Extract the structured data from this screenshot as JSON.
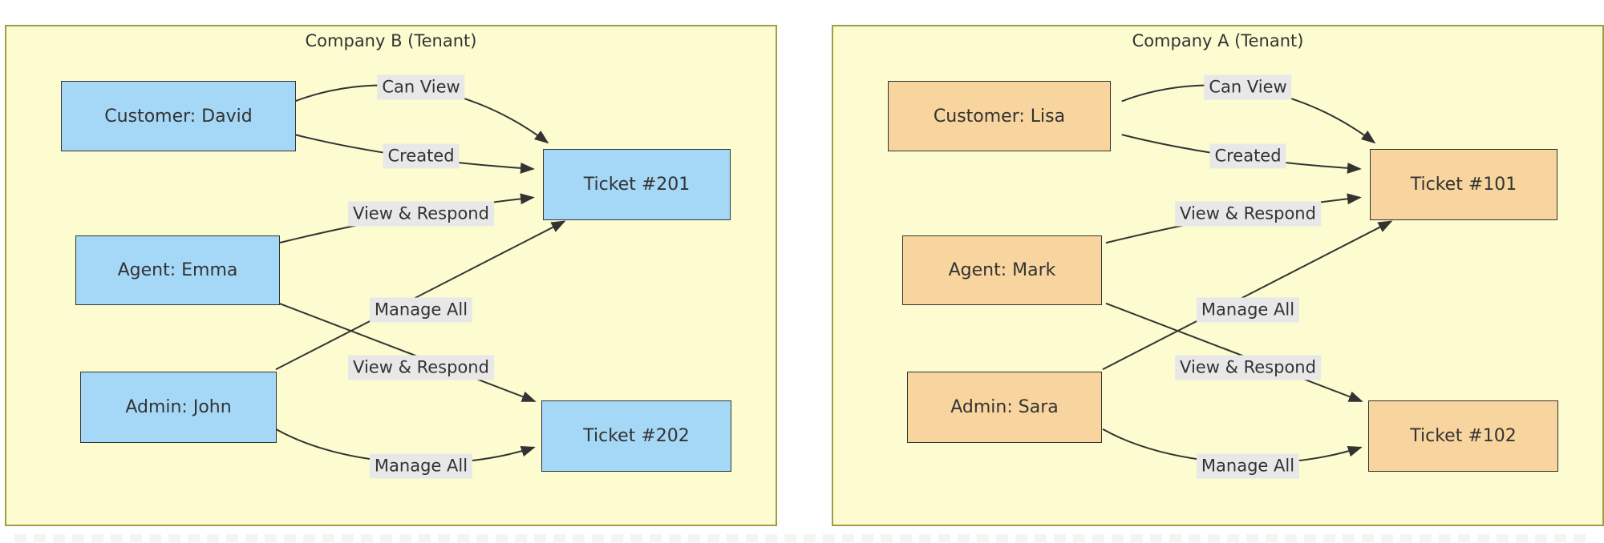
{
  "colors": {
    "page_bg": "#ffffff",
    "panel_bg": "#fcfcd0",
    "panel_border": "#9e9e44",
    "node_fill_left": "#a5d8f7",
    "node_fill_right": "#f8d49e",
    "node_border": "#333333",
    "edge_line": "#333333",
    "edge_label_bg": "#e8e8e8",
    "text": "#333333"
  },
  "diagram": {
    "panels": [
      {
        "id": "company-b",
        "title": "Company B (Tenant)",
        "nodes": {
          "customer": "Customer: David",
          "agent": "Agent: Emma",
          "admin": "Admin: John",
          "ticket_top": "Ticket #201",
          "ticket_bottom": "Ticket #202"
        },
        "edges": [
          {
            "from": "Customer: David",
            "to": "Ticket #201",
            "label": "Can View"
          },
          {
            "from": "Customer: David",
            "to": "Ticket #201",
            "label": "Created"
          },
          {
            "from": "Agent: Emma",
            "to": "Ticket #201",
            "label": "View & Respond"
          },
          {
            "from": "Admin: John",
            "to": "Ticket #201",
            "label": "Manage All"
          },
          {
            "from": "Agent: Emma",
            "to": "Ticket #202",
            "label": "View & Respond"
          },
          {
            "from": "Admin: John",
            "to": "Ticket #202",
            "label": "Manage All"
          }
        ]
      },
      {
        "id": "company-a",
        "title": "Company A (Tenant)",
        "nodes": {
          "customer": "Customer: Lisa",
          "agent": "Agent: Mark",
          "admin": "Admin: Sara",
          "ticket_top": "Ticket #101",
          "ticket_bottom": "Ticket #102"
        },
        "edges": [
          {
            "from": "Customer: Lisa",
            "to": "Ticket #101",
            "label": "Can View"
          },
          {
            "from": "Customer: Lisa",
            "to": "Ticket #101",
            "label": "Created"
          },
          {
            "from": "Agent: Mark",
            "to": "Ticket #101",
            "label": "View & Respond"
          },
          {
            "from": "Admin: Sara",
            "to": "Ticket #101",
            "label": "Manage All"
          },
          {
            "from": "Agent: Mark",
            "to": "Ticket #102",
            "label": "View & Respond"
          },
          {
            "from": "Admin: Sara",
            "to": "Ticket #102",
            "label": "Manage All"
          }
        ]
      }
    ]
  }
}
